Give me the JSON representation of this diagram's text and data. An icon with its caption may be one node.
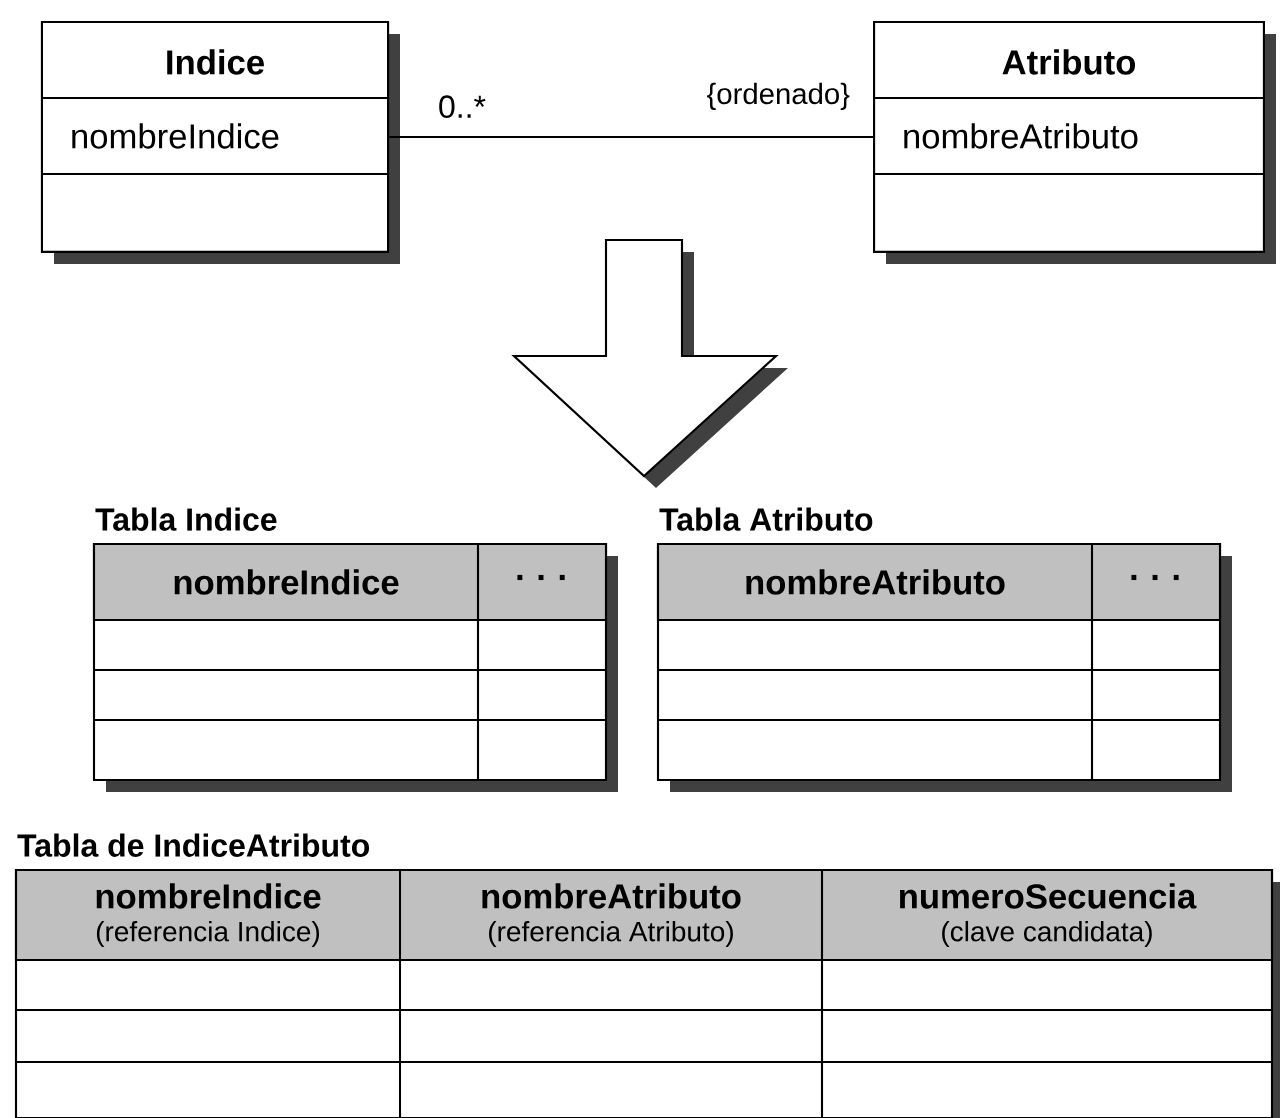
{
  "diagram": {
    "nodes": [
      {
        "text": [
          "Indice",
          "nombreIndice"
        ]
      },
      {
        "text": [
          "Atributo",
          "nombreAtributo"
        ]
      }
    ],
    "edges": [
      {
        "from": 0,
        "to": 1,
        "arrow": "none"
      }
    ],
    "labels": [
      "0..*",
      "{ordenado}",
      "Tabla Indice",
      "nombreIndice",
      "· · ·",
      "Tabla Atributo",
      "nombreAtributo",
      "· · ·",
      "Tabla de IndiceAtributo",
      "nombreIndice",
      "(referencia Indice)",
      "nombreAtributo",
      "(referencia Atributo)",
      "numeroSecuencia",
      "(clave candidata)"
    ]
  }
}
